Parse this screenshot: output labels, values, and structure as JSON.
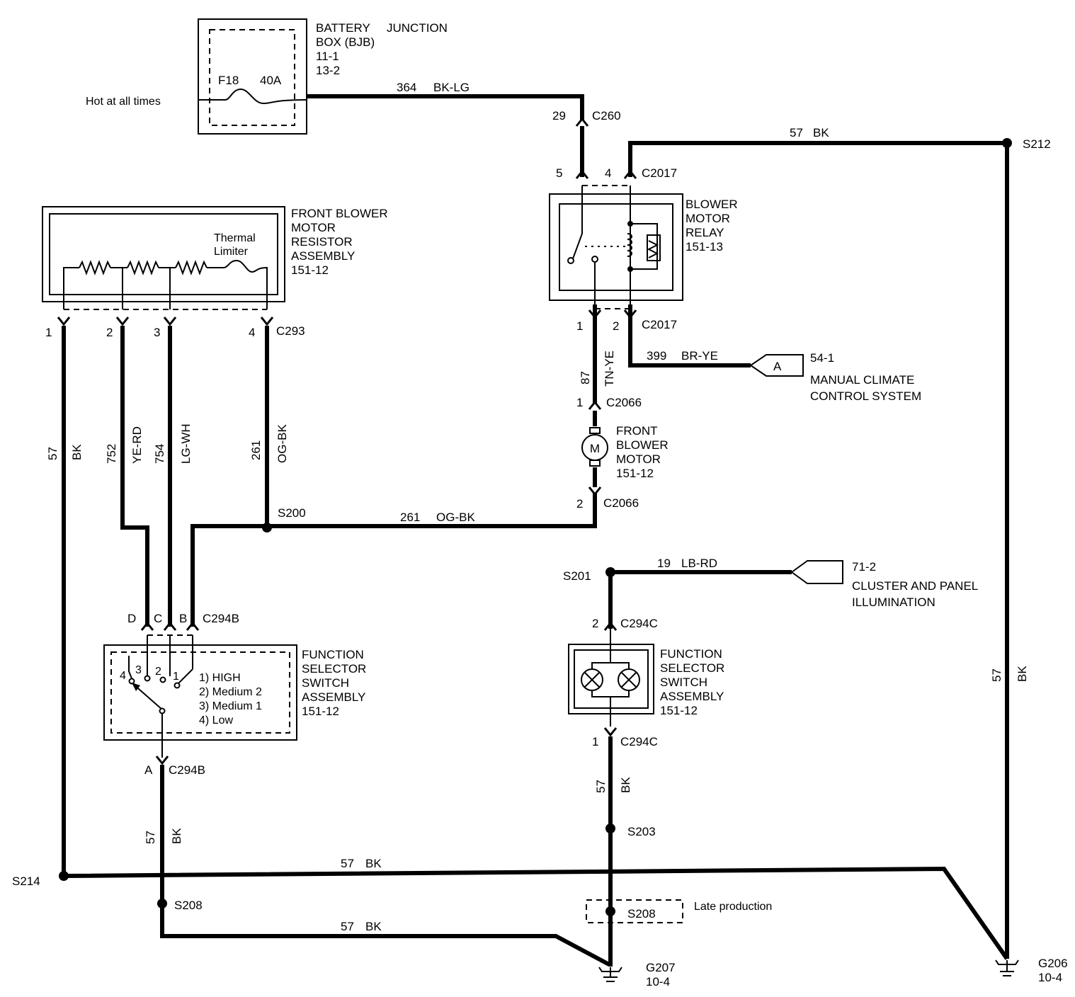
{
  "notes": {
    "hot": "Hot at all times",
    "late": "Late production"
  },
  "bjb": {
    "title1": "BATTERY",
    "title2": "JUNCTION",
    "title3": "BOX (BJB)",
    "ref1": "11-1",
    "ref2": "13-2",
    "fuse": "F18",
    "amp": "40A"
  },
  "wires": [
    {
      "circuit": "364",
      "color": "BK-LG"
    },
    {
      "circuit": "57",
      "color": "BK"
    },
    {
      "circuit": "399",
      "color": "BR-YE"
    },
    {
      "circuit": "87",
      "color": "TN-YE"
    },
    {
      "circuit": "261",
      "color": "OG-BK"
    },
    {
      "circuit": "19",
      "color": "LB-RD"
    },
    {
      "circuit": "752",
      "color": "YE-RD"
    },
    {
      "circuit": "754",
      "color": "LG-WH"
    }
  ],
  "connectors": {
    "c260": "C260",
    "c2017": "C2017",
    "c2066": "C2066",
    "c293": "C293",
    "c294b": "C294B",
    "c294c": "C294C"
  },
  "pins": {
    "p29": "29",
    "p5": "5",
    "p4": "4",
    "p1": "1",
    "p2": "2",
    "p3": "3",
    "pA": "A",
    "pB": "B",
    "pC": "C",
    "pD": "D"
  },
  "splices": {
    "s212": "S212",
    "s200": "S200",
    "s201": "S201",
    "s203": "S203",
    "s208": "S208",
    "s214": "S214"
  },
  "grounds": {
    "g207": "G207",
    "g207ref": "10-4",
    "g206": "G206",
    "g206ref": "10-4"
  },
  "relay": {
    "l1": "BLOWER",
    "l2": "MOTOR",
    "l3": "RELAY",
    "ref": "151-13"
  },
  "resistor": {
    "l1": "FRONT BLOWER",
    "l2": "MOTOR",
    "l3": "RESISTOR",
    "l4": "ASSEMBLY",
    "ref": "151-12",
    "thermal1": "Thermal",
    "thermal2": "Limiter"
  },
  "motor": {
    "l1": "FRONT",
    "l2": "BLOWER",
    "l3": "MOTOR",
    "ref": "151-12",
    "symbol": "M"
  },
  "fss1": {
    "l1": "FUNCTION",
    "l2": "SELECTOR",
    "l3": "SWITCH",
    "l4": "ASSEMBLY",
    "ref": "151-12",
    "pos": [
      "1) HIGH",
      "2) Medium 2",
      "3) Medium 1",
      "4) Low"
    ],
    "pins": [
      "4",
      "3",
      "2",
      "1"
    ]
  },
  "fss2": {
    "l1": "FUNCTION",
    "l2": "SELECTOR",
    "l3": "SWITCH",
    "l4": "ASSEMBLY",
    "ref": "151-12"
  },
  "refs": {
    "mcc_ref": "54-1",
    "mcc1": "MANUAL CLIMATE",
    "mcc2": "CONTROL SYSTEM",
    "mcc_letter": "A",
    "cpi_ref": "71-2",
    "cpi1": "CLUSTER AND PANEL",
    "cpi2": "ILLUMINATION"
  }
}
